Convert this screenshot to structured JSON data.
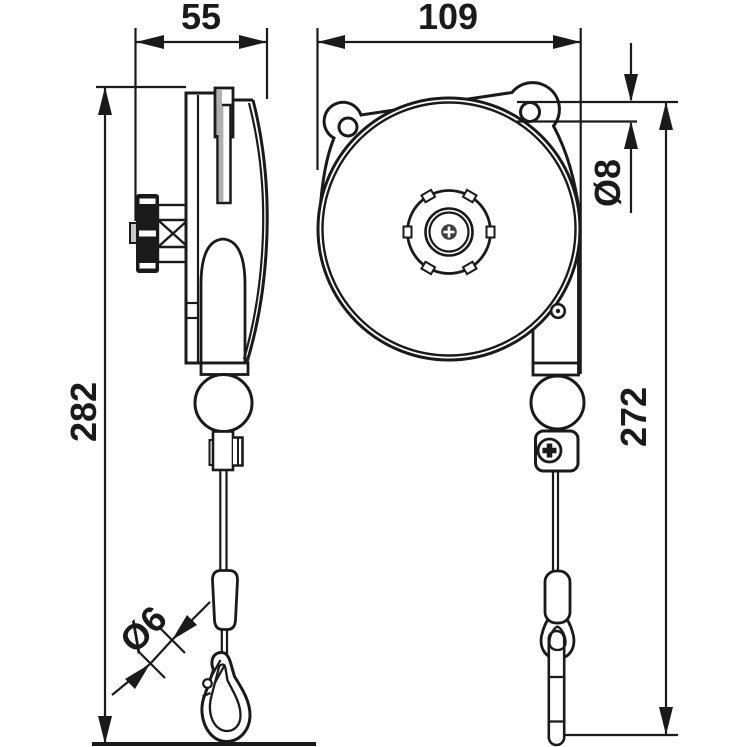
{
  "drawing": {
    "description": "Two-view technical drawing of a spring tool balancer with cable, ball stop, clamp, ferrule, snap hook and ring",
    "labels": {
      "side_width": "55",
      "front_width": "109",
      "side_height": "282",
      "front_height": "272",
      "bracket_hole_diameter": "Ø8",
      "cable_diameter": "Ø6"
    },
    "colors": {
      "line": "#1a1a1a",
      "background": "#ffffff",
      "shade": "#b0b0b0",
      "knob_fill": "#1a1a1a",
      "screw_fill": "#3f3f3f"
    }
  }
}
